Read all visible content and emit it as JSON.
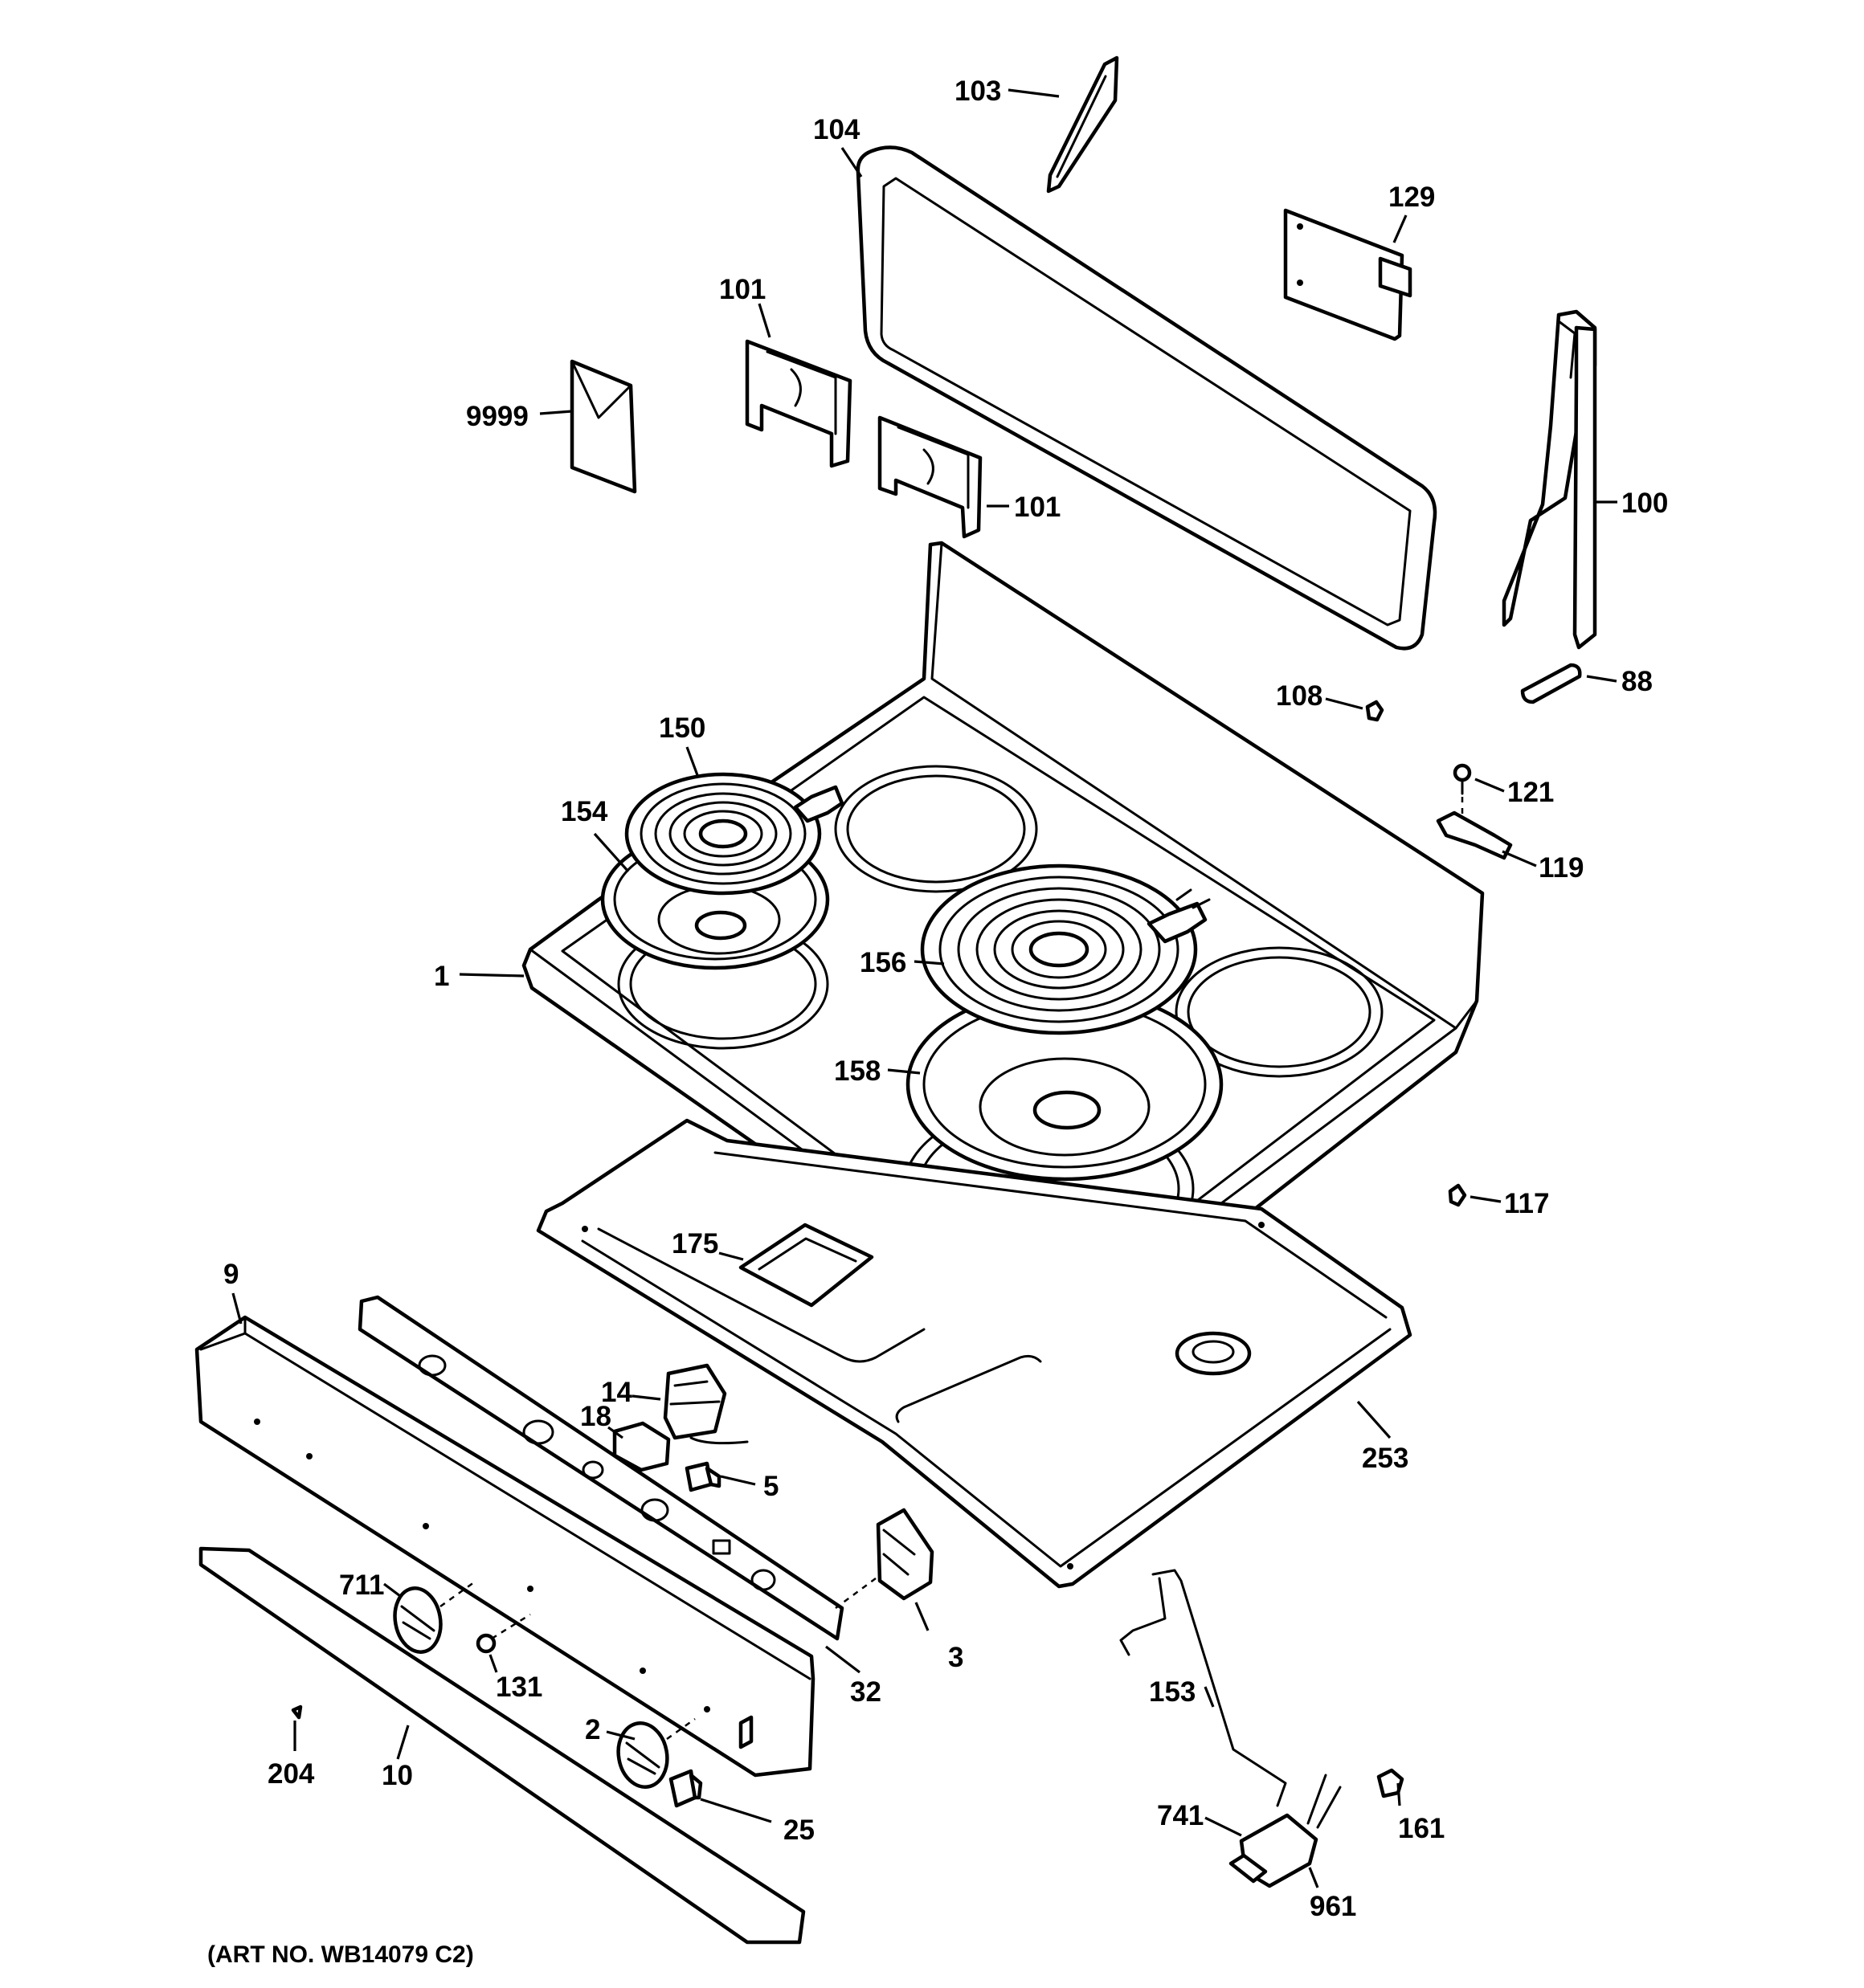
{
  "art_number": "(ART NO. WB14079 C2)",
  "callouts": {
    "c103": "103",
    "c104": "104",
    "c129": "129",
    "c101a": "101",
    "c101b": "101",
    "c9999": "9999",
    "c100": "100",
    "c108": "108",
    "c88": "88",
    "c150": "150",
    "c154": "154",
    "c121": "121",
    "c119": "119",
    "c1": "1",
    "c156": "156",
    "c158": "158",
    "c117": "117",
    "c175": "175",
    "c9": "9",
    "c14": "14",
    "c18": "18",
    "c5": "5",
    "c253": "253",
    "c711": "711",
    "c3": "3",
    "c131": "131",
    "c32": "32",
    "c153": "153",
    "c2": "2",
    "c204": "204",
    "c10": "10",
    "c25": "25",
    "c741": "741",
    "c161": "161",
    "c961": "961"
  }
}
